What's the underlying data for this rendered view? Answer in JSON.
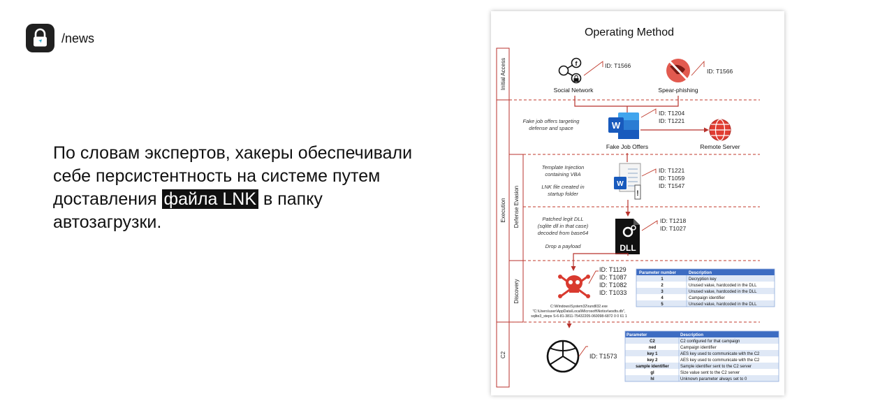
{
  "header": {
    "brand": "/news"
  },
  "quote": {
    "before": "По словам экспертов, хакеры обеспечивали себе персистентность на системе путем доставления ",
    "highlight": "файла LNK",
    "after": " в папку автозагрузки."
  },
  "diagram": {
    "title": "Operating Method",
    "lanes": {
      "initial": "Initial Access",
      "execution": "Execution",
      "defense": "Defense Evasion",
      "discovery": "Discovery",
      "c2": "C2"
    },
    "social_label": "Social Network",
    "social_id": "ID: T1566",
    "spear_label": "Spear-phishing",
    "spear_id": "ID: T1566",
    "fake_desc": [
      "Fake job offers targeting",
      "defense and space"
    ],
    "fake_label": "Fake Job Offers",
    "fake_ids": [
      "ID: T1204",
      "ID: T1221"
    ],
    "remote_label": "Remote Server",
    "template_desc": [
      "Template Injection",
      "containing VBA"
    ],
    "lnk_desc": [
      "LNK file created in",
      "startup folder"
    ],
    "template_ids": [
      "ID: T1221",
      "ID: T1059",
      "ID: T1547"
    ],
    "dll_desc": [
      "Patched legit DLL",
      "(sqlite dll in that case)",
      "decoded from base64"
    ],
    "payload_desc": "Drop a payload",
    "dll_icon_text": "DLL",
    "dll_ids": [
      "ID: T1218",
      "ID: T1027"
    ],
    "disc_ids": [
      "ID: T1129",
      "ID: T1087",
      "ID: T1082",
      "ID: T1033"
    ],
    "cmd": [
      "C:\\Windows\\System32\\rundll32.exe",
      "\"C:\\Users\\user\\AppData\\Local\\Microsoft\\Notice\\wsdts.db\",",
      "sqlite3_steps S-6-81-3811-75432205-060098-6872 0 0 61 1"
    ],
    "params_table": {
      "headers": [
        "Parameter number",
        "Description"
      ],
      "rows": [
        [
          "1",
          "Decryption key"
        ],
        [
          "2",
          "Unused value, hardcoded in the DLL"
        ],
        [
          "3",
          "Unused value, hardcoded in the DLL"
        ],
        [
          "4",
          "Campaign identifier"
        ],
        [
          "5",
          "Unused value, hardcoded in the DLL"
        ]
      ]
    },
    "c2_id": "ID: T1573",
    "c2_table": {
      "headers": [
        "Parameter",
        "Description"
      ],
      "rows": [
        [
          "C2",
          "C2 configured for that campaign"
        ],
        [
          "ned",
          "Campaign identifier"
        ],
        [
          "key 1",
          "AES key used to communicate with the C2"
        ],
        [
          "key 2",
          "AES key used to communicate with the C2"
        ],
        [
          "sample identifier",
          "Sample identifier sent to the C2 server"
        ],
        [
          "gl",
          "Size value sent to the C2 server"
        ],
        [
          "hl",
          "Unknown parameter always set to 0"
        ]
      ]
    }
  }
}
